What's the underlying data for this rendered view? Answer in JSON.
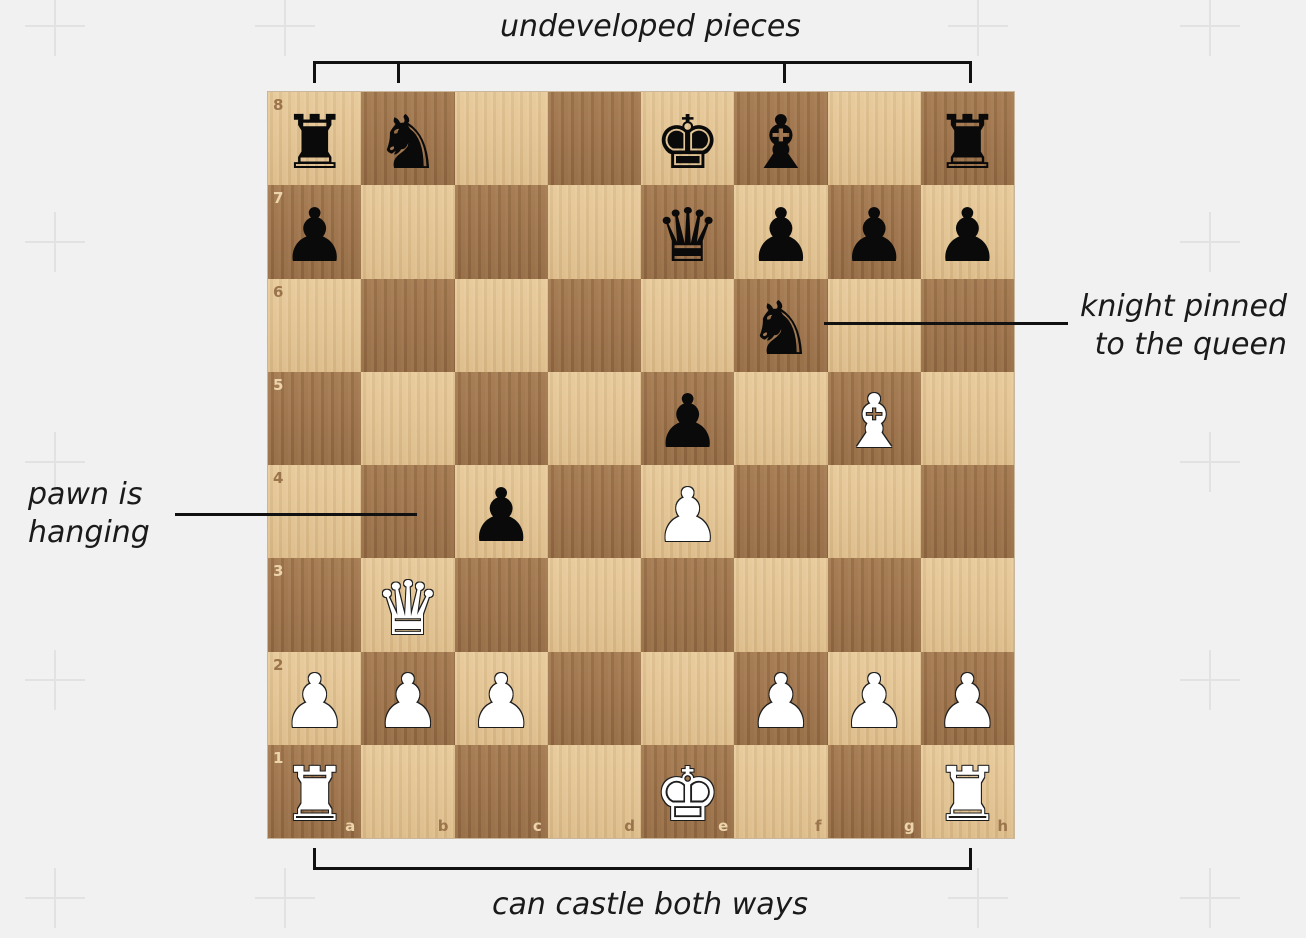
{
  "annotations": {
    "top": "undeveloped pieces",
    "bottom": "can castle both ways",
    "left": "pawn is\nhanging",
    "right": "knight pinned\nto the queen"
  },
  "board": {
    "files": [
      "a",
      "b",
      "c",
      "d",
      "e",
      "f",
      "g",
      "h"
    ],
    "ranks": [
      "8",
      "7",
      "6",
      "5",
      "4",
      "3",
      "2",
      "1"
    ],
    "position": [
      [
        "r",
        "n",
        "",
        "",
        "k",
        "b",
        "",
        "r"
      ],
      [
        "p",
        "",
        "",
        "",
        "q",
        "p",
        "p",
        "p"
      ],
      [
        "",
        "",
        "",
        "",
        "",
        "n",
        "",
        ""
      ],
      [
        "",
        "",
        "",
        "",
        "p",
        "",
        "B",
        ""
      ],
      [
        "",
        "",
        "p",
        "",
        "P",
        "",
        "",
        ""
      ],
      [
        "",
        "Q",
        "",
        "",
        "",
        "",
        "",
        ""
      ],
      [
        "P",
        "P",
        "P",
        "",
        "",
        "P",
        "P",
        "P"
      ],
      [
        "R",
        "",
        "",
        "",
        "K",
        "",
        "",
        "R"
      ]
    ]
  }
}
